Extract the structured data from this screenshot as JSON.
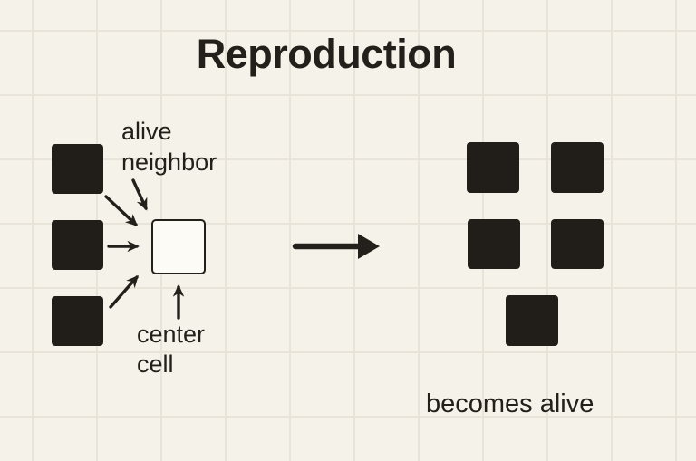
{
  "title": "Reproduction",
  "left_diagram": {
    "alive_neighbor_label": "alive neighbor",
    "center_cell_label": "center cell",
    "alive_neighbor_count": 3,
    "center_cell_state": "empty"
  },
  "right_diagram": {
    "caption": "becomes alive",
    "alive_cell_count": 5
  },
  "colors": {
    "background": "#f5f2e9",
    "grid_line": "#e8e4d9",
    "cell_alive": "#211e1a",
    "cell_center_fill": "#fdfbf5",
    "ink": "#23201b"
  }
}
